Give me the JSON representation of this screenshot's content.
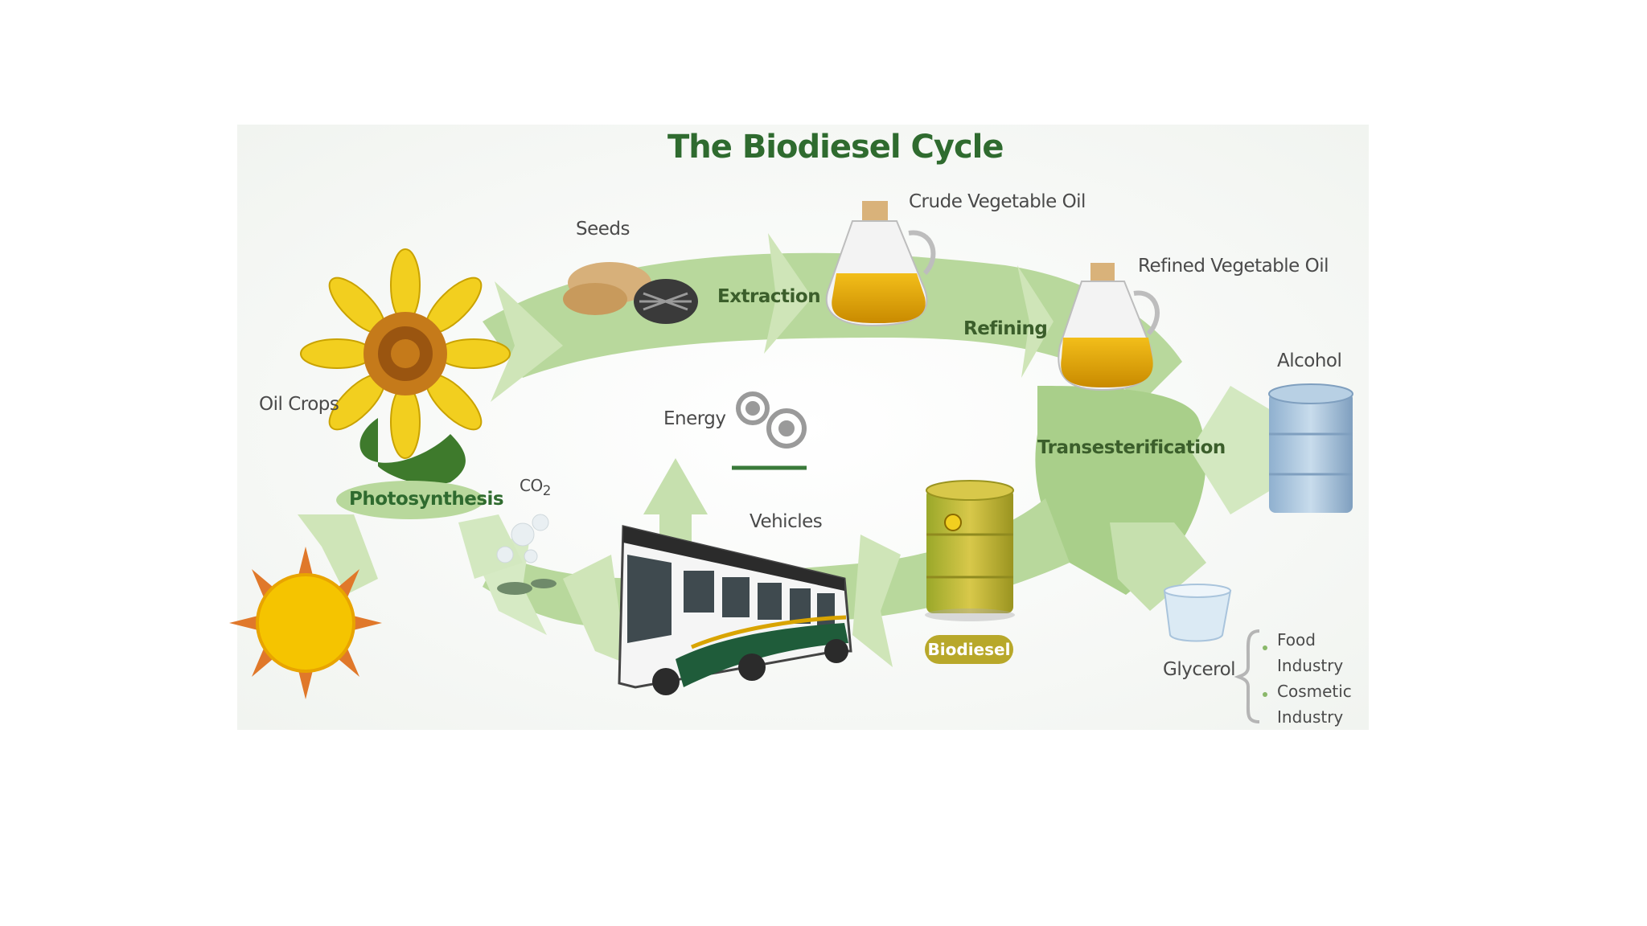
{
  "title": "The Biodiesel Cycle",
  "labels": {
    "seeds": "Seeds",
    "extraction": "Extraction",
    "crude_oil": "Crude Vegetable Oil",
    "refining": "Refining",
    "refined_oil": "Refined Vegetable Oil",
    "alcohol": "Alcohol",
    "transesterification": "Transesterification",
    "oil_crops": "Oil Crops",
    "photosynthesis": "Photosynthesis",
    "energy": "Energy",
    "co2": "CO",
    "co2_sub": "2",
    "vehicles": "Vehicles",
    "biodiesel": "Biodiesel",
    "glycerol": "Glycerol",
    "food": "Food",
    "industry1": "Industry",
    "cosmetic": "Cosmetic",
    "industry2": "Industry"
  },
  "colors": {
    "title": "#2f6b2f",
    "arrow_green": "#a9cf8a",
    "arrow_light": "#d9ebc8",
    "oil": "#d9a400",
    "biodiesel_drum": "#c9b73a",
    "alcohol_drum": "#a9c4dc",
    "sun": "#f5c400",
    "sunflower": "#f2cf1f",
    "bus_green": "#1f5c3a"
  }
}
